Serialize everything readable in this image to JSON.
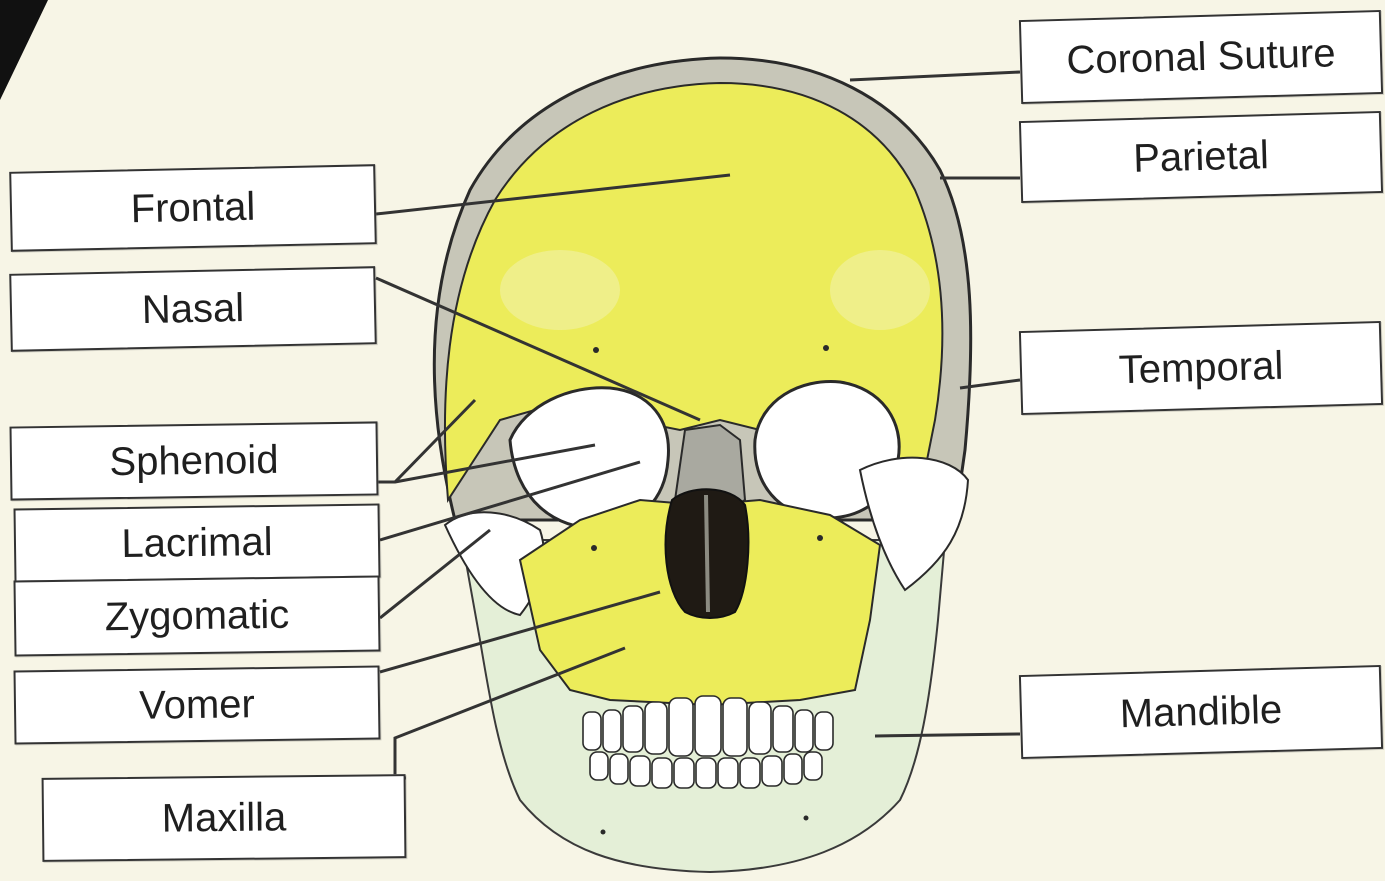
{
  "labels": {
    "frontal": "Frontal",
    "nasal": "Nasal",
    "sphenoid": "Sphenoid",
    "lacrimal": "Lacrimal",
    "zygomatic": "Zygomatic",
    "vomer": "Vomer",
    "maxilla": "Maxilla",
    "coronal_suture": "Coronal Suture",
    "parietal": "Parietal",
    "temporal": "Temporal",
    "mandible": "Mandible"
  },
  "colors": {
    "background": "#f7f5e6",
    "bone_yellow": "#ecec5a",
    "bone_pale": "#f3f2c2",
    "mandible_pale": "#e6f1d8",
    "skull_outline": "#2a2a2a",
    "skull_edge_gray": "#b9b9b2",
    "orbit_white": "#ffffff",
    "nasal_dark": "#1f1a14",
    "leader_line": "#333333"
  },
  "icons": {
    "corner": "black-corner-mark",
    "skull": "anterior-skull-illustration"
  }
}
